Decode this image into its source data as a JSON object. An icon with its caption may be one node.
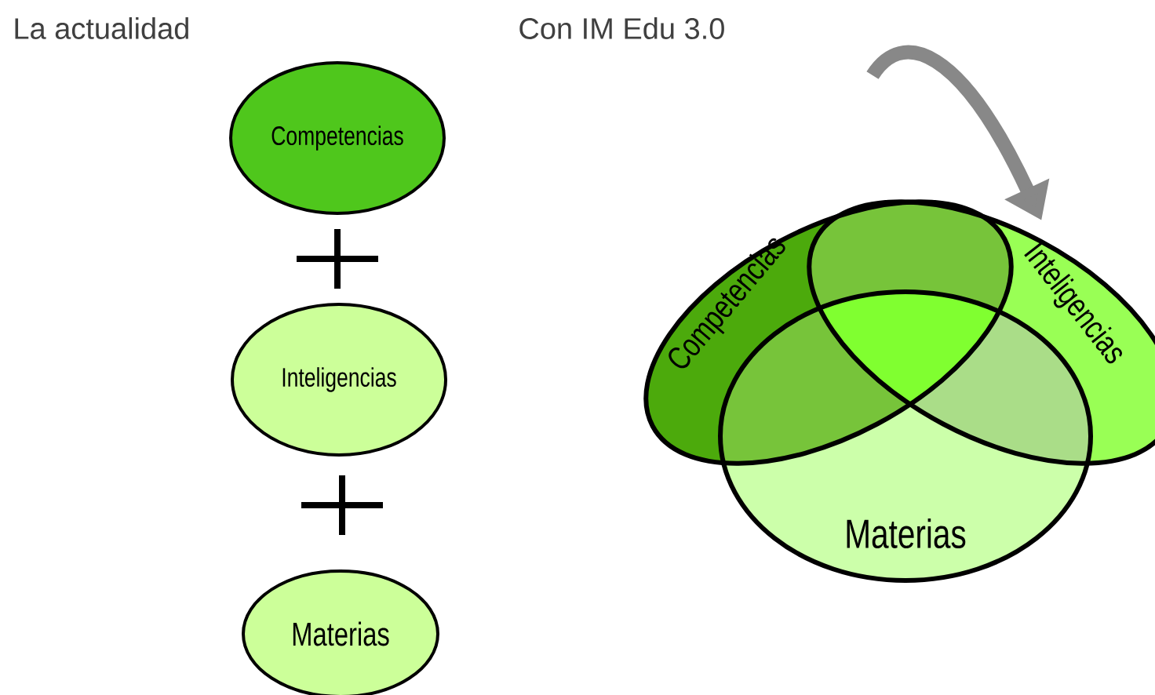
{
  "diagram": {
    "nodes": [
      {
        "text": [
          "Competencias"
        ]
      },
      {
        "text": [
          "Inteligencias"
        ]
      },
      {
        "text": [
          "Materias"
        ]
      },
      {
        "text": [
          "Competencias"
        ]
      },
      {
        "text": [
          "Inteligencias"
        ]
      },
      {
        "text": [
          "Materias"
        ]
      }
    ],
    "edges": [
      {
        "from": null,
        "to": 4,
        "arrow": "to",
        "color": "#888888"
      }
    ],
    "labels": [
      "La actualidad",
      "Con IM Edu 3.0"
    ]
  }
}
